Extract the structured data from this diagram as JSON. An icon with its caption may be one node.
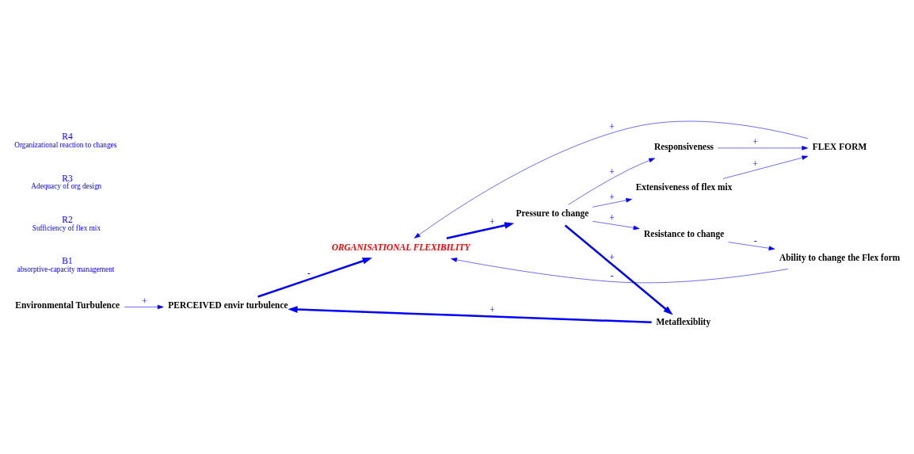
{
  "diagram": {
    "nodes": [
      {
        "text": [
          "Environmental Turbulence"
        ]
      },
      {
        "text": [
          "PERCEIVED envir turbulence"
        ]
      },
      {
        "text": [
          "FLEX FORM"
        ]
      },
      {
        "text": [
          "ORGANISATIONAL FLEXIBILITY"
        ]
      },
      {
        "text": [
          "Extensiveness of flex mix"
        ]
      },
      {
        "text": [
          "Responsiveness"
        ]
      },
      {
        "text": [
          "Pressure to change"
        ]
      },
      {
        "text": [
          "Ability to change the Flex form"
        ]
      },
      {
        "text": [
          "Resistance to change"
        ]
      },
      {
        "text": [
          "Metaflexiblity"
        ]
      }
    ],
    "edges": [
      {
        "from": 0,
        "to": 1,
        "arrow": "to",
        "label": "+"
      },
      {
        "from": 1,
        "to": 3,
        "arrow": "to",
        "label": "-",
        "style": "thick"
      },
      {
        "from": 2,
        "to": 3,
        "arrow": "to",
        "label": "+"
      },
      {
        "from": 7,
        "to": 3,
        "arrow": "to",
        "label": "-"
      },
      {
        "from": 3,
        "to": 6,
        "arrow": "to",
        "label": "+",
        "style": "thick"
      },
      {
        "from": 6,
        "to": 4,
        "arrow": "to",
        "label": "+"
      },
      {
        "from": 4,
        "to": 2,
        "arrow": "to",
        "label": "+"
      },
      {
        "from": 5,
        "to": 2,
        "arrow": "to",
        "label": "+"
      },
      {
        "from": 6,
        "to": 5,
        "arrow": "to",
        "label": "+"
      },
      {
        "from": 6,
        "to": 8,
        "arrow": "to",
        "label": "+"
      },
      {
        "from": 8,
        "to": 7,
        "arrow": "to",
        "label": "-"
      },
      {
        "from": 6,
        "to": 9,
        "arrow": "to",
        "label": "+",
        "style": "thick"
      },
      {
        "from": 9,
        "to": 1,
        "arrow": "to",
        "label": "+",
        "style": "thick"
      }
    ],
    "labels": [
      "B1",
      "absorptive-capacity management",
      "R2",
      "Sufficiency of flex mix",
      "R3",
      "Adequacy of org design",
      "R4",
      "Organizational reaction to changes"
    ]
  }
}
